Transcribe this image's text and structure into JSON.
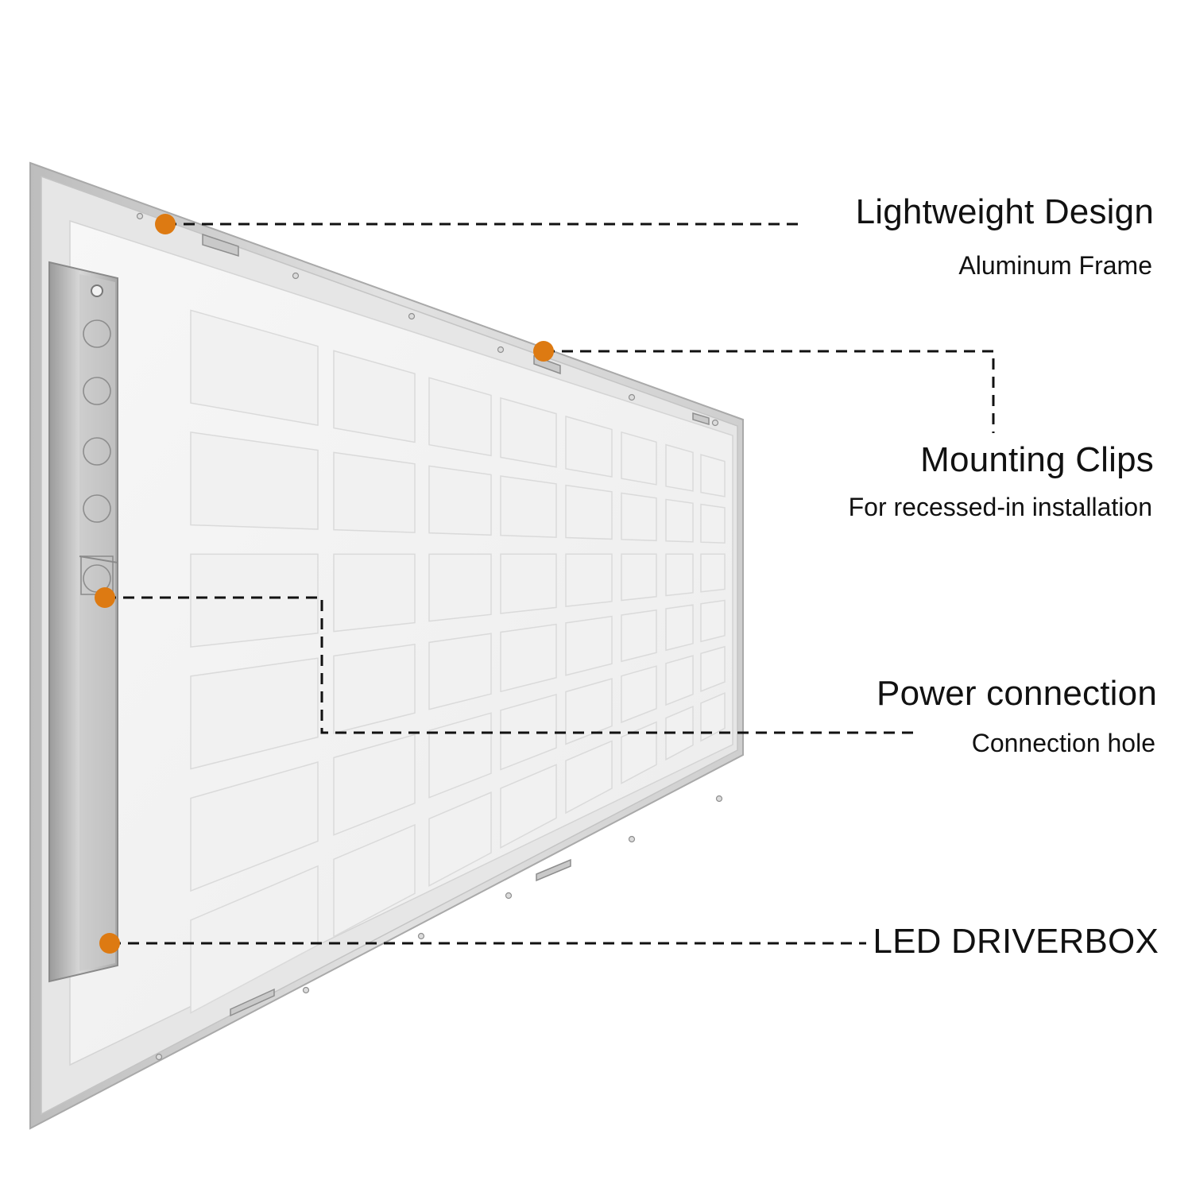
{
  "callouts": [
    {
      "title": "Lightweight Design",
      "subtitle": "Aluminum Frame"
    },
    {
      "title": "Mounting Clips",
      "subtitle": "For recessed-in installation"
    },
    {
      "title": "Power connection",
      "subtitle": "Connection hole"
    },
    {
      "title": "LED DRIVERBOX",
      "subtitle": ""
    }
  ],
  "colors": {
    "marker": "#dd7a12",
    "leader_line": "#111111",
    "text": "#111111",
    "panel_frame": "#d6d6d6",
    "panel_back": "#f4f4f4",
    "driver_box": "#b8b8b8"
  },
  "icons": {
    "marker": "dot-marker-icon"
  }
}
